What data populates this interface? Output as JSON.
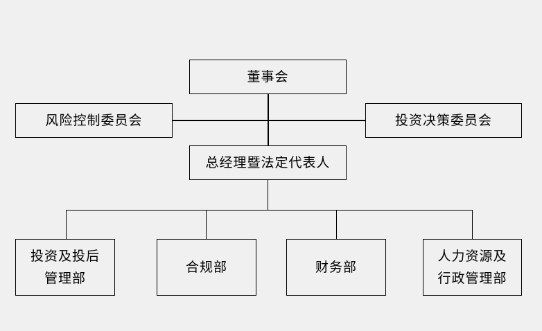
{
  "org_chart": {
    "board": "董事会",
    "risk_committee": "风险控制委员会",
    "investment_committee": "投资决策委员会",
    "general_manager": "总经理暨法定代表人",
    "departments": {
      "investment_post_investment": "投资及投后管理部",
      "compliance": "合规部",
      "finance": "财务部",
      "hr_admin": "人力资源及行政管理部"
    }
  }
}
